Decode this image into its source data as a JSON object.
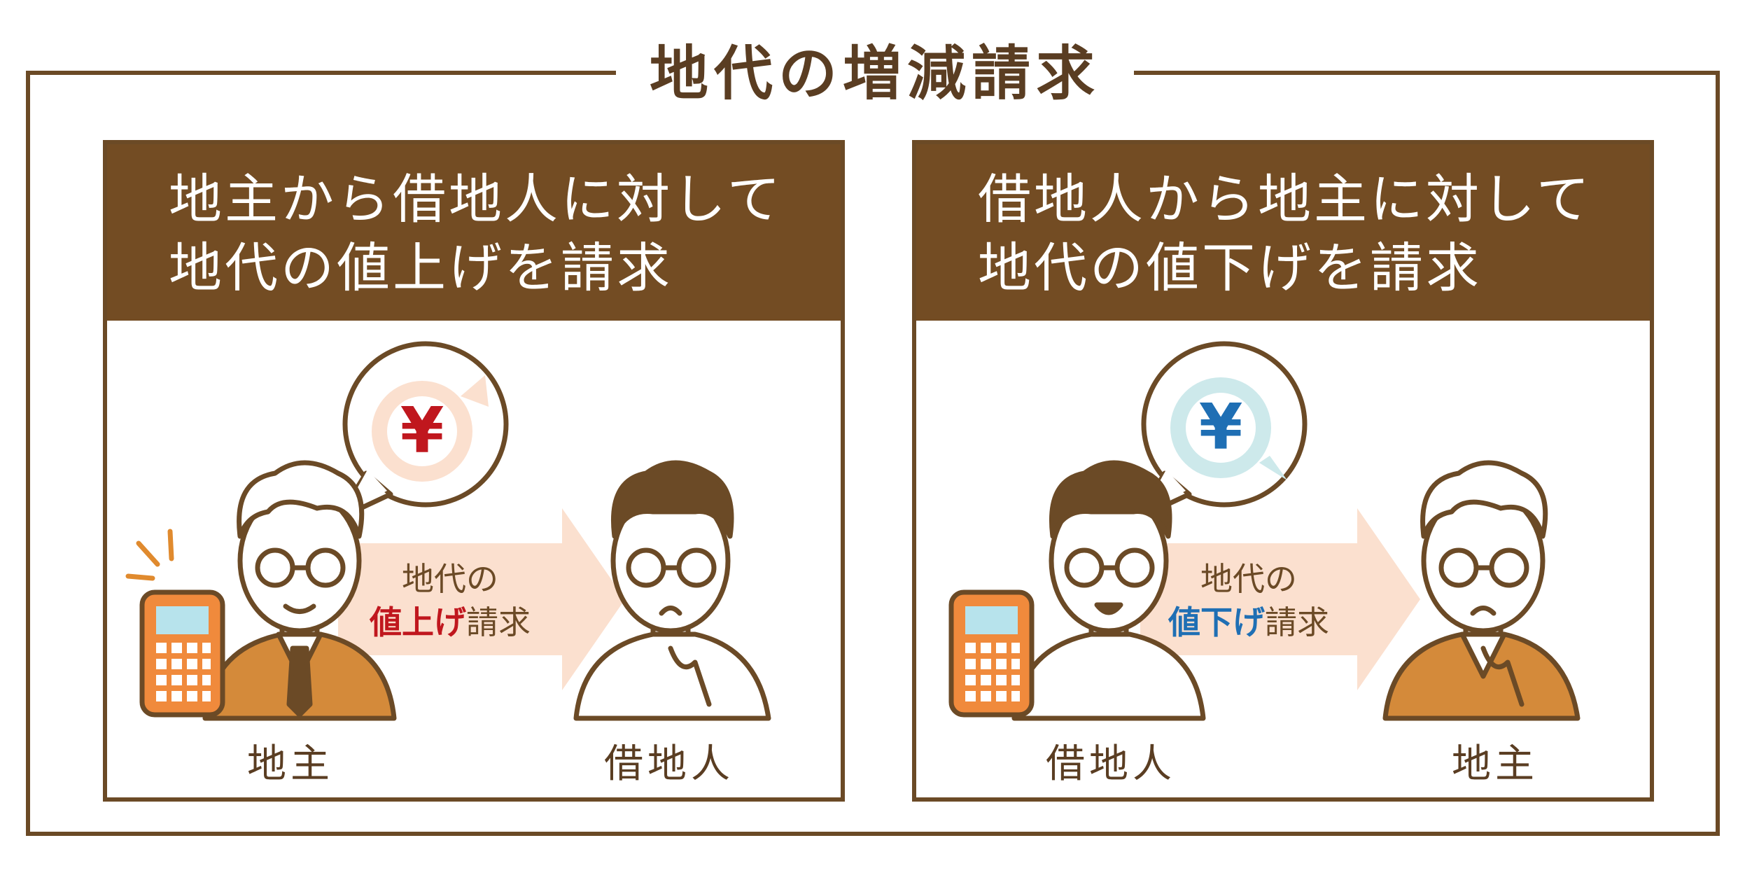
{
  "title": "地代の増減請求",
  "panels": [
    {
      "heading_line1": "地主から借地人に対して",
      "heading_line2": "地代の値上げを請求",
      "arrow_line1": "地代の",
      "arrow_highlight": "値上げ",
      "arrow_suffix": "請求",
      "person_left": "地主",
      "person_right": "借地人",
      "yen_symbol": "¥",
      "direction": "up"
    },
    {
      "heading_line1": "借地人から地主に対して",
      "heading_line2": "地代の値下げを請求",
      "arrow_line1": "地代の",
      "arrow_highlight": "値下げ",
      "arrow_suffix": "請求",
      "person_left": "借地人",
      "person_right": "地主",
      "yen_symbol": "¥",
      "direction": "down"
    }
  ],
  "colors": {
    "frame": "#6b4a26",
    "header": "#734c23",
    "arrow": "#fbe0cf",
    "up_accent": "#c0171e",
    "down_accent": "#1f6fb4",
    "sweater": "#d48a3a",
    "calculator": "#f08a3c"
  }
}
